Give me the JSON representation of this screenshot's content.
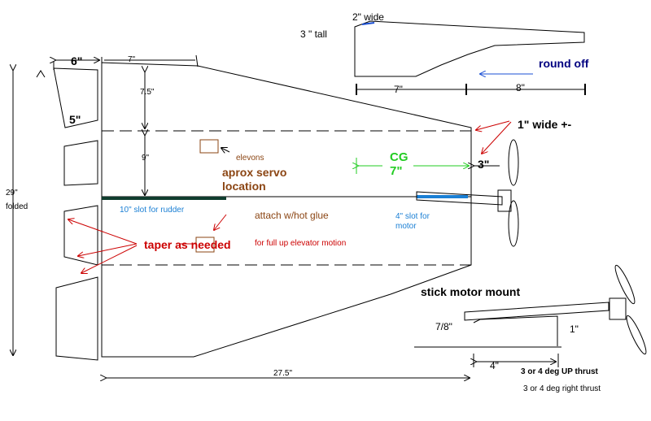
{
  "colors": {
    "line": "#000000",
    "red": "#cc0000",
    "green": "#22cc22",
    "brown": "#8b4513",
    "blue": "#1a7fd4",
    "navy": "#000080",
    "rudder_slot": "#0f3d2e"
  },
  "labels": {
    "top_wide": "2\" wide",
    "top_tall": "3  \" tall",
    "round_off": "round off",
    "top_7": "7\"",
    "top_8": "8\"",
    "dim_6": "6\"",
    "dim_7_top": "7\"",
    "dim_7_5": "7.5\"",
    "dim_5": "5\"",
    "dim_9": "9\"",
    "dim_29": "29\"",
    "folded": "folded",
    "one_wide": "1\" wide +-",
    "elevons": "elevons",
    "servo_1": "aprox servo",
    "servo_2": "location",
    "cg": "CG",
    "cg_7": "7\"",
    "dim_3": "3\"",
    "rudder_slot": "10\" slot for rudder",
    "attach": "attach w/hot glue",
    "motor_slot_1": "4\" slot for",
    "motor_slot_2": "motor",
    "taper": "taper as needed",
    "elevator_motion": "for full up elevator motion",
    "stick_mount": "stick motor mount",
    "dim_7_8": "7/8\"",
    "dim_1": "1\"",
    "dim_4": "4\"",
    "up_thrust": "3 or 4 deg UP thrust",
    "right_thrust": "3 or 4 deg right thrust",
    "dim_27_5": "27.5\""
  }
}
